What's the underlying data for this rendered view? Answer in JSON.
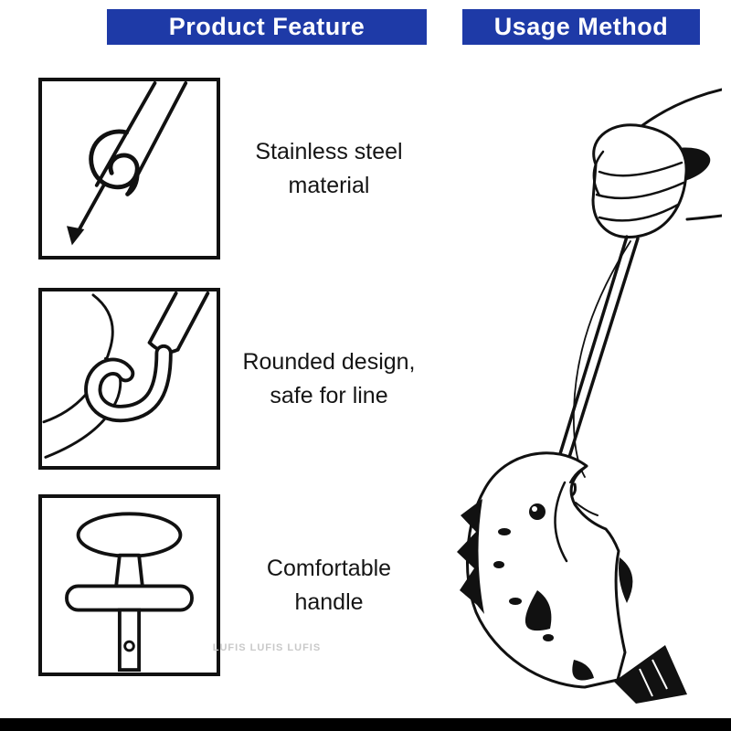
{
  "colors": {
    "header_bg": "#1e3aa7",
    "header_text": "#ffffff",
    "frame_border": "#111111",
    "ink": "#111111",
    "watermark": "#c9c9c9",
    "bottom_bar": "#000000"
  },
  "left_panel": {
    "header": "Product Feature",
    "features": [
      {
        "icon": "stainless-hook-tip-illustration",
        "caption": "Stainless steel material"
      },
      {
        "icon": "rounded-hook-illustration",
        "caption": "Rounded design, safe for line"
      },
      {
        "icon": "t-handle-illustration",
        "caption": "Comfortable handle"
      }
    ]
  },
  "right_panel": {
    "header": "Usage Method",
    "illustration": "hand-removing-hook-from-fish-mouth-illustration"
  },
  "watermark": "LUFIS LUFIS LUFIS"
}
